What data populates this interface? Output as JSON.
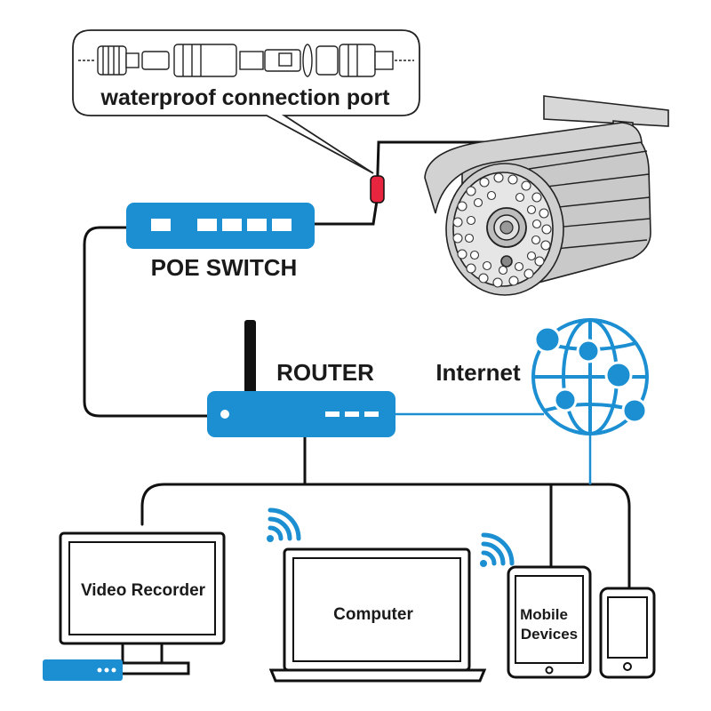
{
  "labels": {
    "connector": "waterproof connection port",
    "switch": "POE SWITCH",
    "router": "ROUTER",
    "internet": "Internet",
    "recorder": "Video Recorder",
    "computer": "Computer",
    "mobile_line1": "Mobile",
    "mobile_line2": "Devices"
  },
  "colors": {
    "accent_blue": "#1b8fd2",
    "cable_black": "#111111",
    "connector_red": "#e8253f"
  },
  "icons": [
    "camera-icon",
    "wifi-icon",
    "globe-icon",
    "router-icon",
    "switch-icon",
    "monitor-icon",
    "laptop-icon",
    "tablet-icon",
    "phone-icon"
  ]
}
